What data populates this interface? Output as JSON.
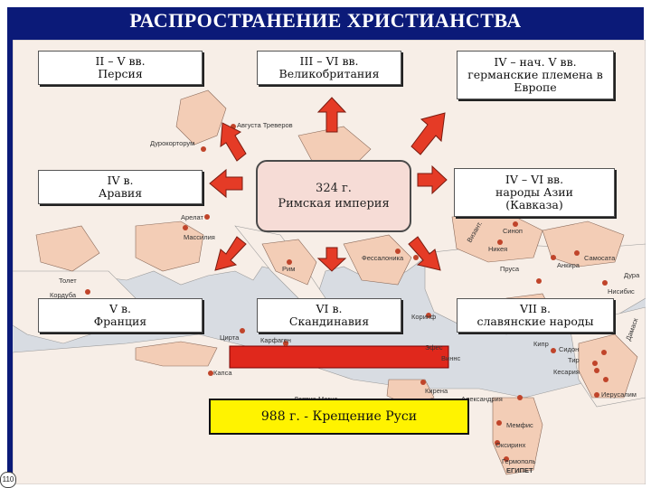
{
  "title": "РАСПРОСТРАНЕНИЕ ХРИСТИАНСТВА",
  "center": {
    "date": "324 г.",
    "label": "Римская империя"
  },
  "boxes": [
    {
      "line1": "II – V вв.",
      "line2": "Персия"
    },
    {
      "line1": "III – VI вв.",
      "line2": "Великобритания"
    },
    {
      "line1": "IV – нач. V вв.",
      "line2": "германские племена в",
      "line3": "Европе"
    },
    {
      "line1": "IV в.",
      "line2": "Аравия"
    },
    {
      "line1": "IV – VI вв.",
      "line2": "народы Азии",
      "line3": "(Кавказа)"
    },
    {
      "line1": "V в.",
      "line2": "Франция"
    },
    {
      "line1": "VI в.",
      "line2": "Скандинавия"
    },
    {
      "line1": "VII в.",
      "line2": "славянские народы"
    }
  ],
  "rus_baptism": "988 г. - Крещение Руси",
  "slide_number": "110",
  "map_labels": {
    "trier": "Августа Треверов",
    "durocortorum": "Дурокорторум",
    "arelat": "Арелат",
    "massilia": "Массилия",
    "tolet": "Толет",
    "cordoba": "Кордуба",
    "rome": "Рим",
    "thessalonica": "Фессалоника",
    "sinope": "Синоп",
    "nicaea": "Никея",
    "ancyra": "Анкира",
    "samosata": "Самосата",
    "prusa": "Пруса",
    "nisibis": "Нисибис",
    "cirta": "Цирта",
    "carthage": "Карфаген",
    "corinth": "Коринф",
    "ephesus": "Эфес",
    "cyprus": "Кипр",
    "sidon": "Сидон",
    "tyre": "Тир",
    "caesarea": "Кесария",
    "capsa": "Капса",
    "cyrene": "Кирена",
    "alexandria": "Александрия",
    "leptis": "Лептис-Магна",
    "memphis": "Мемфис",
    "oxyrhynchus": "Оксиринх",
    "hermopolis": "Гермополь",
    "egypt": "ЕГИПЕТ",
    "jerusalem": "Иерусалим",
    "damascus": "Дамаск",
    "vizantium": "Визант.",
    "sinai": "Виннс",
    "dura": "Дура"
  },
  "colors": {
    "frame": "#0b1a78",
    "sea": "#d8dce2",
    "land": "#f7eee7",
    "christian_area": "#f3cdb6",
    "city_dot": "#c0442a",
    "arrow": "#e53b26",
    "highlight_yellow": "#fff300",
    "center_fill": "#f6dcd6"
  }
}
